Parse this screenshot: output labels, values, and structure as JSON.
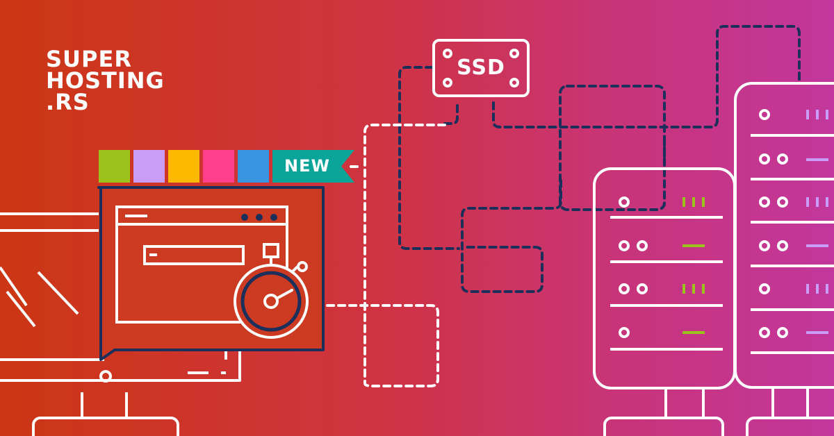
{
  "logo": {
    "line1": "SUPER",
    "line2": "HOSTING",
    "line3": ".RS"
  },
  "badge": {
    "text": "NEW"
  },
  "ssd": {
    "label": "SSD"
  },
  "colors": {
    "swatches": [
      "#9bc31c",
      "#c99cf8",
      "#fdb800",
      "#ff3f8c",
      "#3a95e0"
    ],
    "badge": "#0aa598",
    "line": "#ffffff",
    "dash": "#1b2f5a",
    "server_left_accent": "#9bc31c",
    "server_right_accent": "#c99cf8"
  }
}
